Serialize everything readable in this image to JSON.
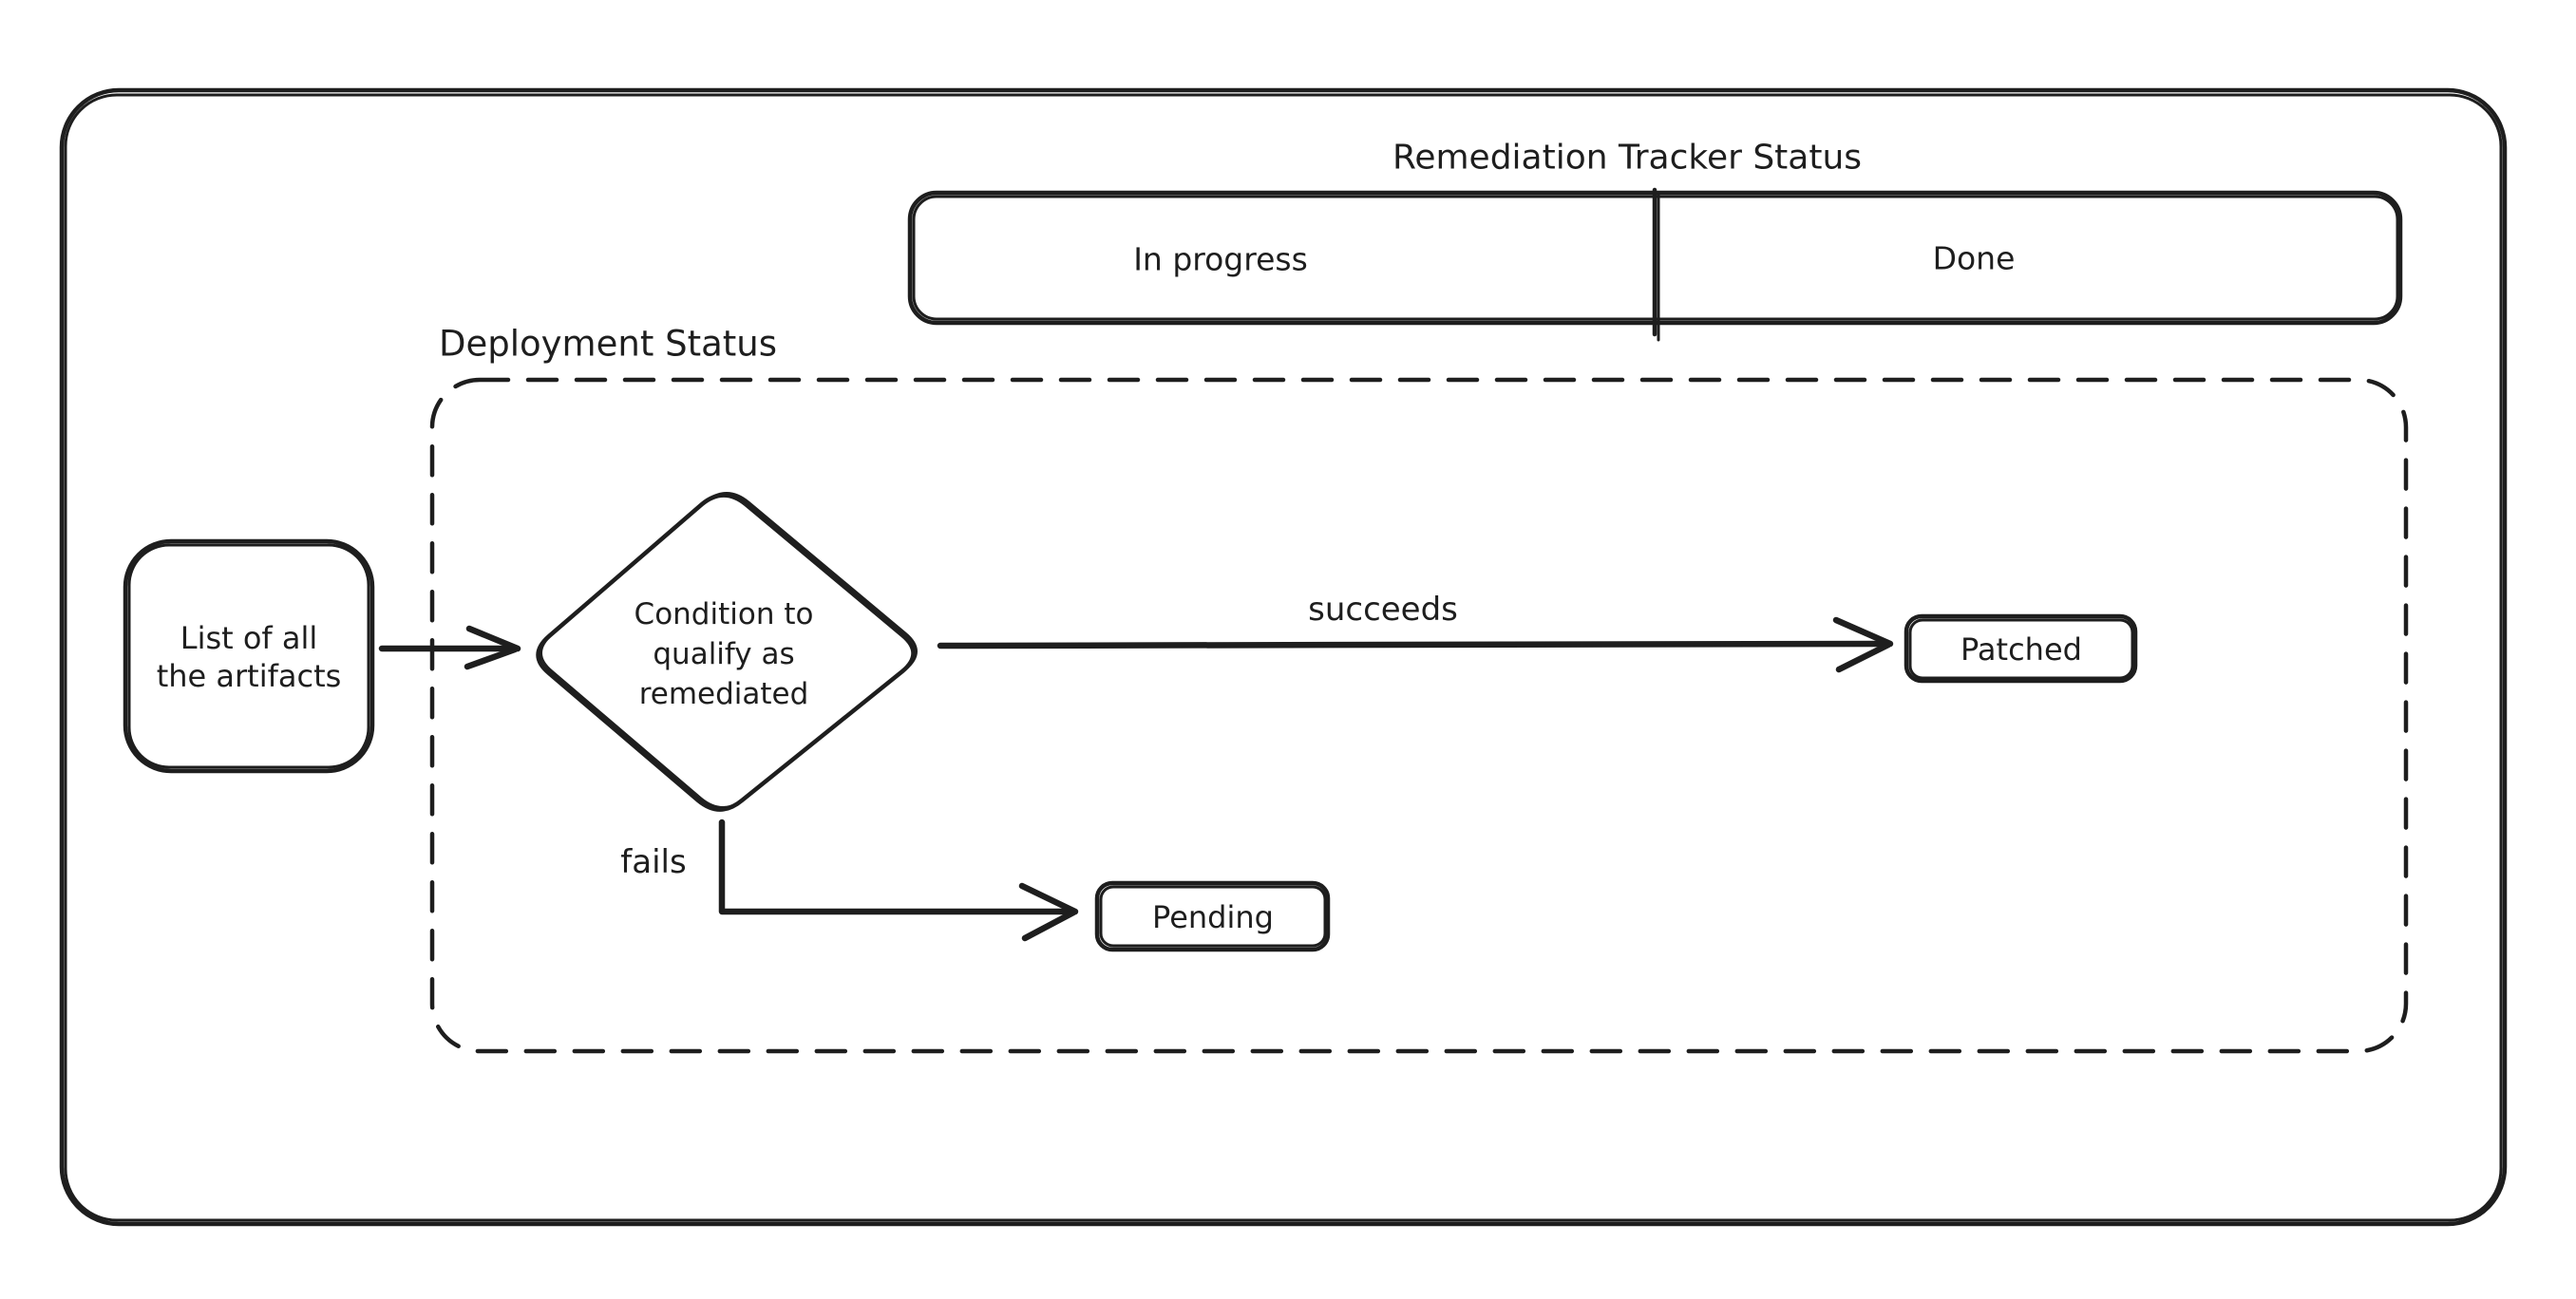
{
  "colors": {
    "ink": "#1e1e1e",
    "background": "#ffffff"
  },
  "header": {
    "title": "Remediation Tracker Status"
  },
  "tracker_bar": {
    "in_progress_label": "In progress",
    "done_label": "Done"
  },
  "deployment_group": {
    "label": "Deployment Status"
  },
  "nodes": {
    "artifacts": {
      "line1": "List of all",
      "line2": "the artifacts"
    },
    "condition": {
      "line1": "Condition to",
      "line2": "qualify as",
      "line3": "remediated"
    },
    "patched": {
      "label": "Patched"
    },
    "pending": {
      "label": "Pending"
    }
  },
  "edges": {
    "succeeds_label": "succeeds",
    "fails_label": "fails"
  }
}
